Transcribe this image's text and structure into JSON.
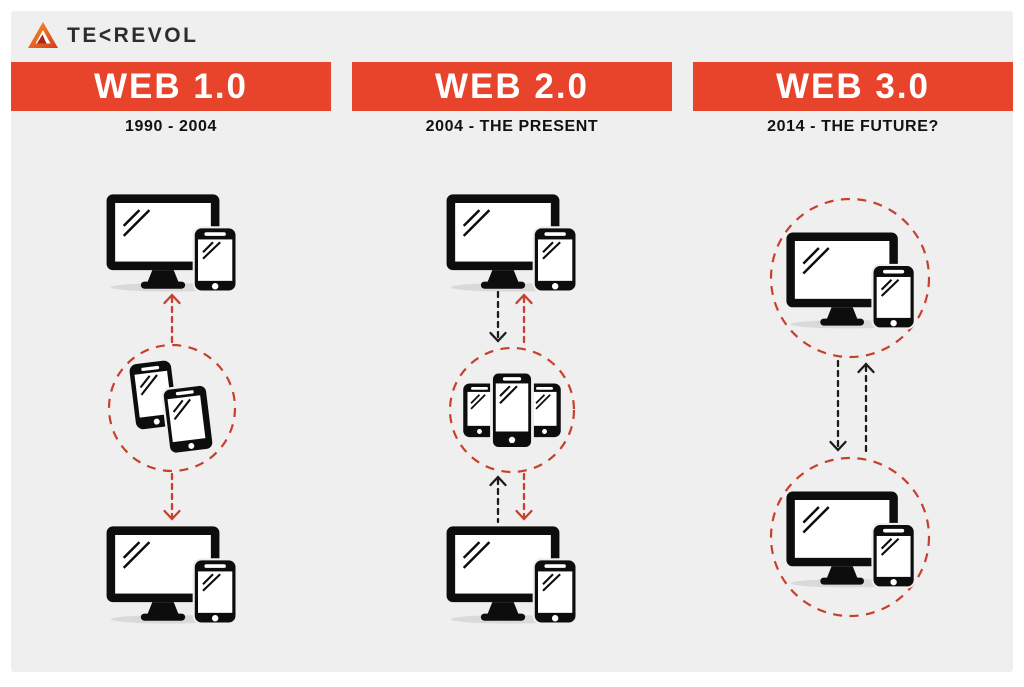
{
  "brand": {
    "icon": "tekrevol-triangle-icon",
    "wordmark_prefix": "TE",
    "wordmark_k": "<",
    "wordmark_suffix": "REVOL",
    "full_name": "TEKREVOL"
  },
  "colors": {
    "accent_red": "#E8432B",
    "muted_red_dashes": "#C7402E",
    "black": "#1B1B1B",
    "board_background": "#EFEFEF",
    "page_background": "#FFFFFF"
  },
  "columns": [
    {
      "title": "WEB 1.0",
      "subtitle": "1990 - 2004",
      "diagram": {
        "top_icon": "desktop-and-phone",
        "center_icon": "two-smartphones-in-dashed-circle",
        "bottom_icon": "desktop-and-phone",
        "arrows": [
          "red-dashed-up-to-top-devices",
          "red-dashed-down-to-bottom-devices"
        ]
      }
    },
    {
      "title": "WEB 2.0",
      "subtitle": "2004 - THE PRESENT",
      "diagram": {
        "top_icon": "desktop-and-phone",
        "center_icon": "three-smartphones-in-dashed-circle",
        "bottom_icon": "desktop-and-phone",
        "arrows": [
          "black-dashed-down-from-top-devices",
          "red-dashed-up-to-top-devices",
          "black-dashed-up-from-bottom-devices",
          "red-dashed-down-to-bottom-devices"
        ]
      }
    },
    {
      "title": "WEB 3.0",
      "subtitle": "2014 - THE FUTURE?",
      "diagram": {
        "top_icon": "desktop-and-phone-in-dashed-circle",
        "bottom_icon": "desktop-and-phone-in-dashed-circle",
        "arrows": [
          "black-dashed-down-between-circles",
          "black-dashed-up-between-circles"
        ]
      }
    }
  ]
}
